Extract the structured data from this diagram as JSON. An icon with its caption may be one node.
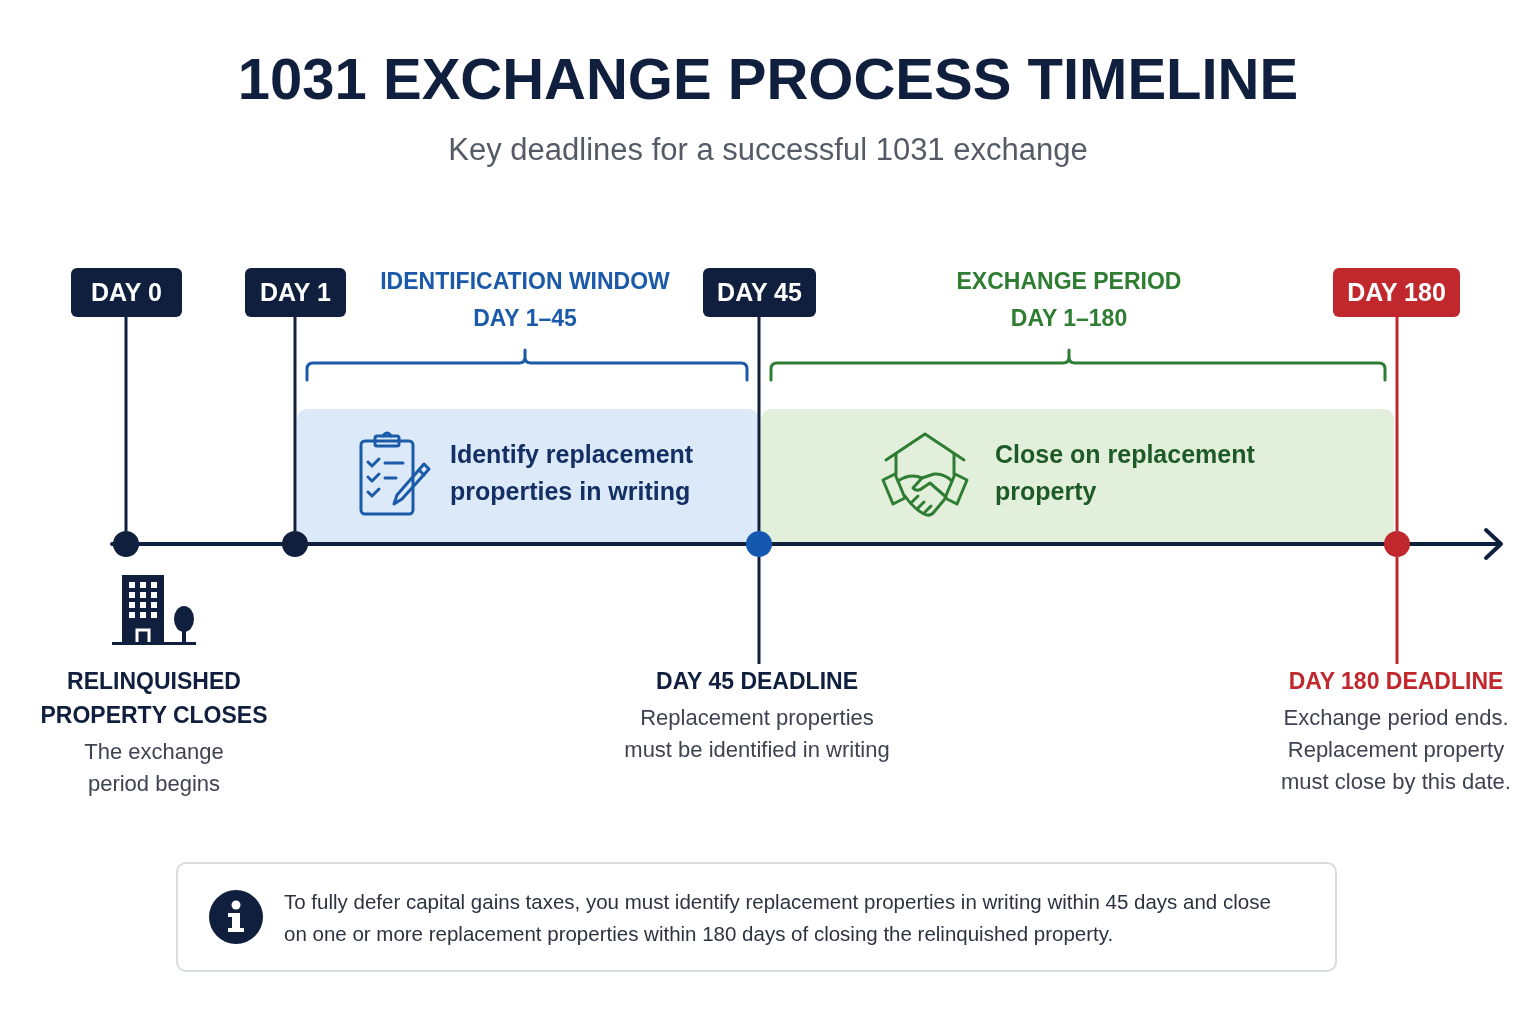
{
  "diagram": {
    "title": "1031 EXCHANGE PROCESS TIMELINE",
    "nodes": [
      {
        "text": [
          "DAY 0"
        ]
      },
      {
        "text": [
          "DAY 1"
        ]
      },
      {
        "text": [
          "DAY 45"
        ]
      },
      {
        "text": [
          "DAY 180"
        ]
      },
      {
        "text": [
          "Identify replacement properties in writing"
        ],
        "beside": [
          "IDENTIFICATION WINDOW",
          "DAY 1–45"
        ]
      },
      {
        "text": [
          "Close on replacement property"
        ],
        "beside": [
          "EXCHANGE PERIOD",
          "DAY 1–180"
        ]
      },
      {
        "text": [],
        "shape": "circle"
      },
      {
        "text": [],
        "shape": "circle"
      },
      {
        "text": [],
        "shape": "circle"
      },
      {
        "text": [],
        "shape": "circle"
      },
      {
        "text": [
          "DAY 45 DEADLINE",
          "Replacement properties must be identified in writing"
        ]
      },
      {
        "text": [
          "DAY 180 DEADLINE",
          "Exchange period ends. Replacement property must close by this date."
        ]
      },
      {
        "text": [
          "To fully defer capital gains taxes, you must identify replacement properties in writing within 45 days and close on one or more replacement properties within 180 days of closing the relinquished property."
        ]
      }
    ],
    "edges": [
      {
        "from": 0,
        "to": 6,
        "arrow": "none"
      },
      {
        "from": 1,
        "to": 7,
        "arrow": "none"
      },
      {
        "from": 2,
        "to": 8,
        "arrow": "none"
      },
      {
        "from": 8,
        "to": 10,
        "arrow": "none"
      },
      {
        "from": 3,
        "to": 9,
        "arrow": "none",
        "color": "#c0282d"
      },
      {
        "from": 9,
        "to": 11,
        "arrow": "none",
        "color": "#c0282d"
      }
    ],
    "labels": [
      "Key deadlines for a successful 1031 exchange",
      "RELINQUISHED PROPERTY CLOSES",
      "The exchange period begins"
    ]
  }
}
